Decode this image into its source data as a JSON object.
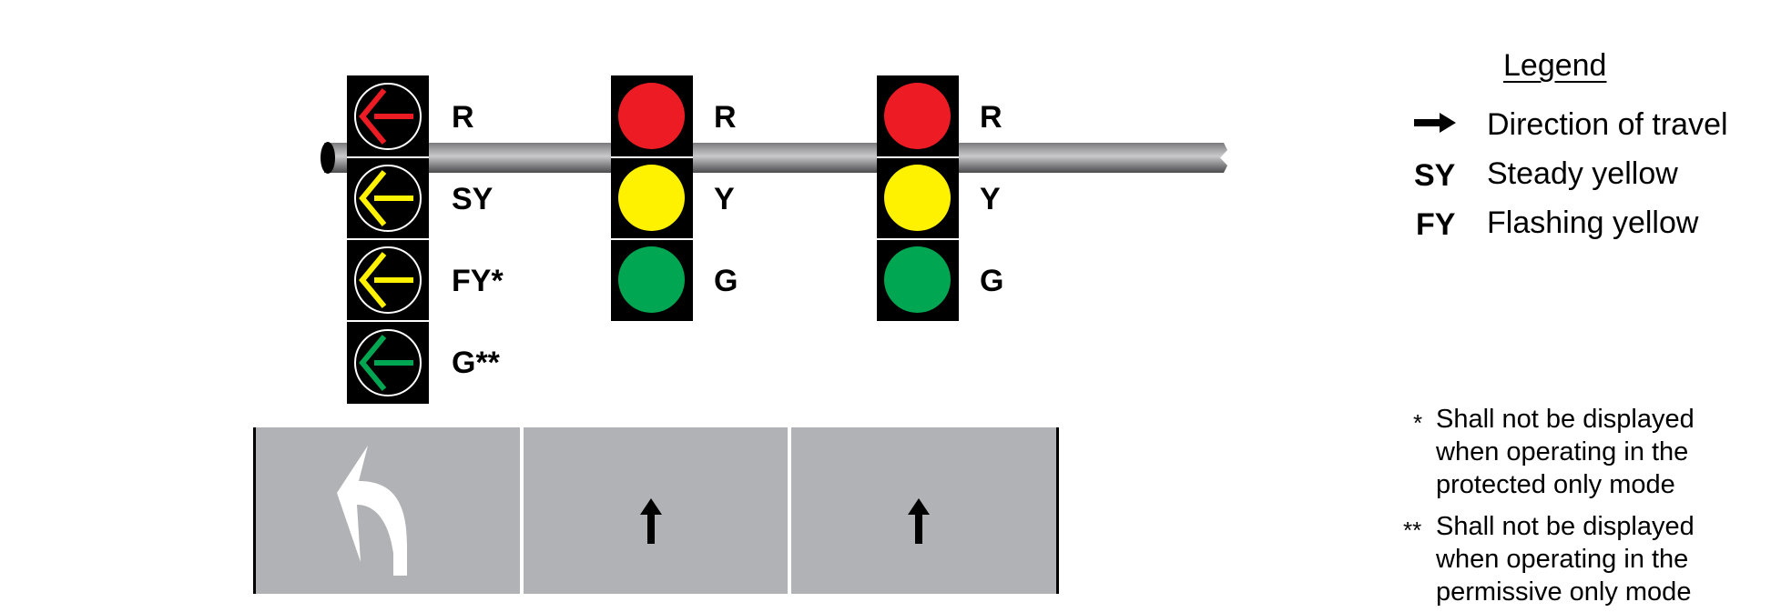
{
  "diagram": {
    "title": "Left-turn signal head arrangement over three lanes",
    "signal_heads": [
      {
        "id": "left-turn",
        "type": "arrow",
        "sections": [
          {
            "label": "R",
            "color": "#ed1c24",
            "indication": "red-left-arrow"
          },
          {
            "label": "SY",
            "color": "#fff200",
            "indication": "steady-yellow-left-arrow"
          },
          {
            "label": "FY*",
            "color": "#fff200",
            "indication": "flashing-yellow-left-arrow"
          },
          {
            "label": "G**",
            "color": "#00a651",
            "indication": "green-left-arrow"
          }
        ]
      },
      {
        "id": "through-1",
        "type": "ball",
        "sections": [
          {
            "label": "R",
            "color": "#ed1c24",
            "indication": "red-ball"
          },
          {
            "label": "Y",
            "color": "#fff200",
            "indication": "yellow-ball"
          },
          {
            "label": "G",
            "color": "#00a651",
            "indication": "green-ball"
          }
        ]
      },
      {
        "id": "through-2",
        "type": "ball",
        "sections": [
          {
            "label": "R",
            "color": "#ed1c24",
            "indication": "red-ball"
          },
          {
            "label": "Y",
            "color": "#fff200",
            "indication": "yellow-ball"
          },
          {
            "label": "G",
            "color": "#00a651",
            "indication": "green-ball"
          }
        ]
      }
    ],
    "lanes": [
      {
        "movement": "left-turn",
        "marking_color": "#ffffff"
      },
      {
        "movement": "through",
        "marking_color": "#000000"
      },
      {
        "movement": "through",
        "marking_color": "#000000"
      }
    ],
    "colors": {
      "pavement": "#b1b2b5",
      "housing": "#000000",
      "pole": "#9a9a9c"
    }
  },
  "legend": {
    "title": "Legend",
    "items": [
      {
        "key": "→",
        "key_type": "arrow-icon",
        "text": "Direction of travel"
      },
      {
        "key": "SY",
        "key_type": "text",
        "text": "Steady yellow"
      },
      {
        "key": "FY",
        "key_type": "text",
        "text": "Flashing yellow"
      }
    ]
  },
  "notes": [
    {
      "mark": "*",
      "lines": [
        "Shall not be displayed",
        "when operating in the",
        "protected only mode"
      ]
    },
    {
      "mark": "**",
      "lines": [
        "Shall not be displayed",
        "when operating in the",
        "permissive only mode"
      ]
    }
  ]
}
